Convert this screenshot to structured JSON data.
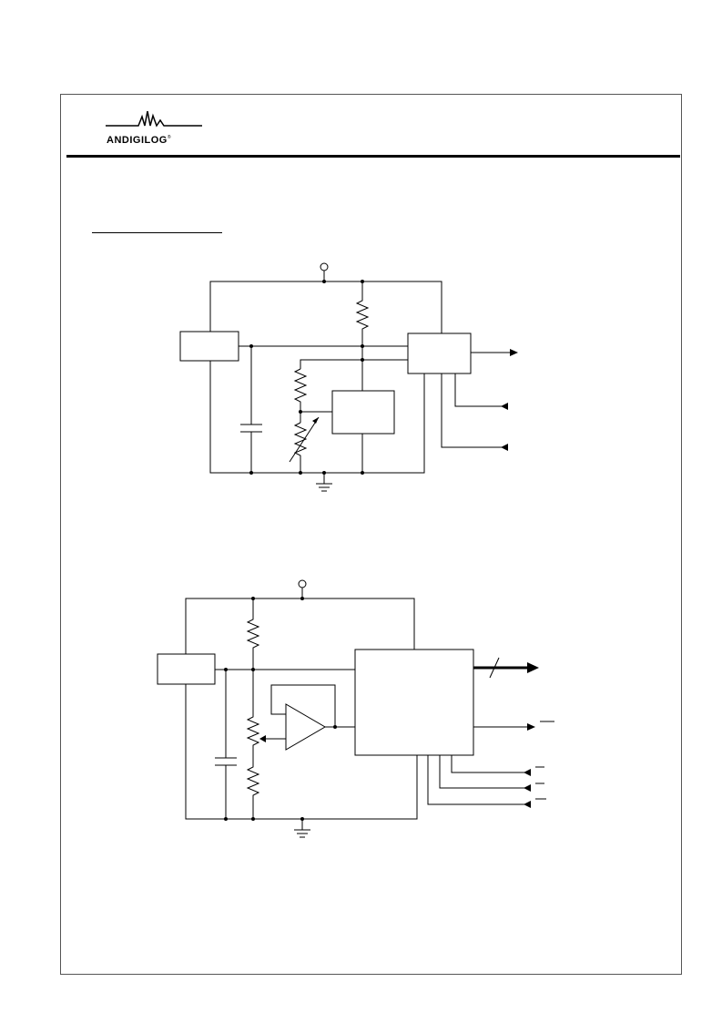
{
  "header": {
    "logo": {
      "text": "ANDIGILOG",
      "trademark": "®",
      "icon": "waveform-logo-icon"
    }
  },
  "diagrams": [
    {
      "name": "circuit-1",
      "components": [
        "block",
        "resistor",
        "capacitor",
        "thermistor",
        "block",
        "block"
      ]
    },
    {
      "name": "circuit-2",
      "components": [
        "block",
        "resistor",
        "potentiometer",
        "resistor",
        "capacitor",
        "op-amp",
        "block"
      ]
    }
  ]
}
